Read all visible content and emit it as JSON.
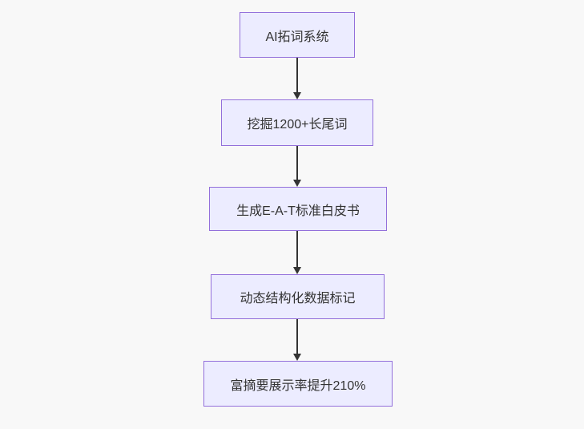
{
  "flowchart": {
    "type": "vertical-flowchart",
    "nodes": [
      {
        "label": "AI拓词系统"
      },
      {
        "label": "挖掘1200+长尾词"
      },
      {
        "label": "生成E-A-T标准白皮书"
      },
      {
        "label": "动态结构化数据标记"
      },
      {
        "label": "富摘要展示率提升210%"
      }
    ],
    "edges": [
      {
        "from": "AI拓词系统",
        "to": "挖掘1200+长尾词"
      },
      {
        "from": "挖掘1200+长尾词",
        "to": "生成E-A-T标准白皮书"
      },
      {
        "from": "生成E-A-T标准白皮书",
        "to": "动态结构化数据标记"
      },
      {
        "from": "动态结构化数据标记",
        "to": "富摘要展示率提升210%"
      }
    ],
    "colors": {
      "node_fill": "#ECECFF",
      "node_border": "#9370DB",
      "arrow": "#333333",
      "text": "#333333",
      "background": "#f8f8f8"
    }
  }
}
